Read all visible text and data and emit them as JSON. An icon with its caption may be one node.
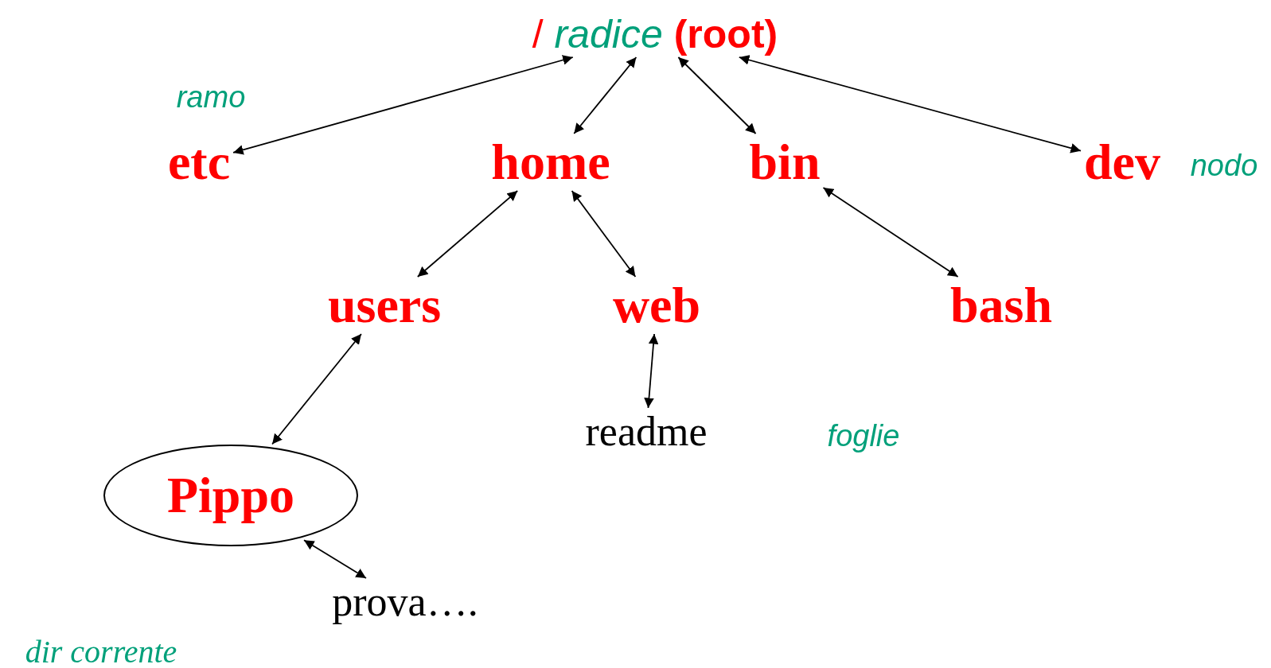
{
  "diagram": {
    "nodes": [
      {
        "text": [
          "/ *radice* **(root)**"
        ]
      },
      {
        "text": [
          "etc"
        ]
      },
      {
        "text": [
          "home"
        ]
      },
      {
        "text": [
          "bin"
        ]
      },
      {
        "text": [
          "dev"
        ],
        "beside": [
          "nodo"
        ]
      },
      {
        "text": [
          "users"
        ]
      },
      {
        "text": [
          "web"
        ]
      },
      {
        "text": [
          "bash"
        ]
      },
      {
        "text": [
          "Pippo"
        ]
      },
      {
        "text": [
          "readme"
        ]
      },
      {
        "text": [
          "prova…."
        ]
      }
    ],
    "edges": [
      {
        "from": 0,
        "to": 1,
        "arrow": "both"
      },
      {
        "from": 0,
        "to": 2,
        "arrow": "both"
      },
      {
        "from": 0,
        "to": 3,
        "arrow": "both"
      },
      {
        "from": 0,
        "to": 4,
        "arrow": "both"
      },
      {
        "from": 2,
        "to": 5,
        "arrow": "both"
      },
      {
        "from": 2,
        "to": 6,
        "arrow": "both"
      },
      {
        "from": 3,
        "to": 7,
        "arrow": "both"
      },
      {
        "from": 6,
        "to": 9,
        "arrow": "both"
      },
      {
        "from": 5,
        "to": 8,
        "arrow": "both"
      },
      {
        "from": 8,
        "to": 10,
        "arrow": "both"
      }
    ],
    "labels": [
      "ramo",
      "foglie",
      "dir corrente"
    ]
  }
}
